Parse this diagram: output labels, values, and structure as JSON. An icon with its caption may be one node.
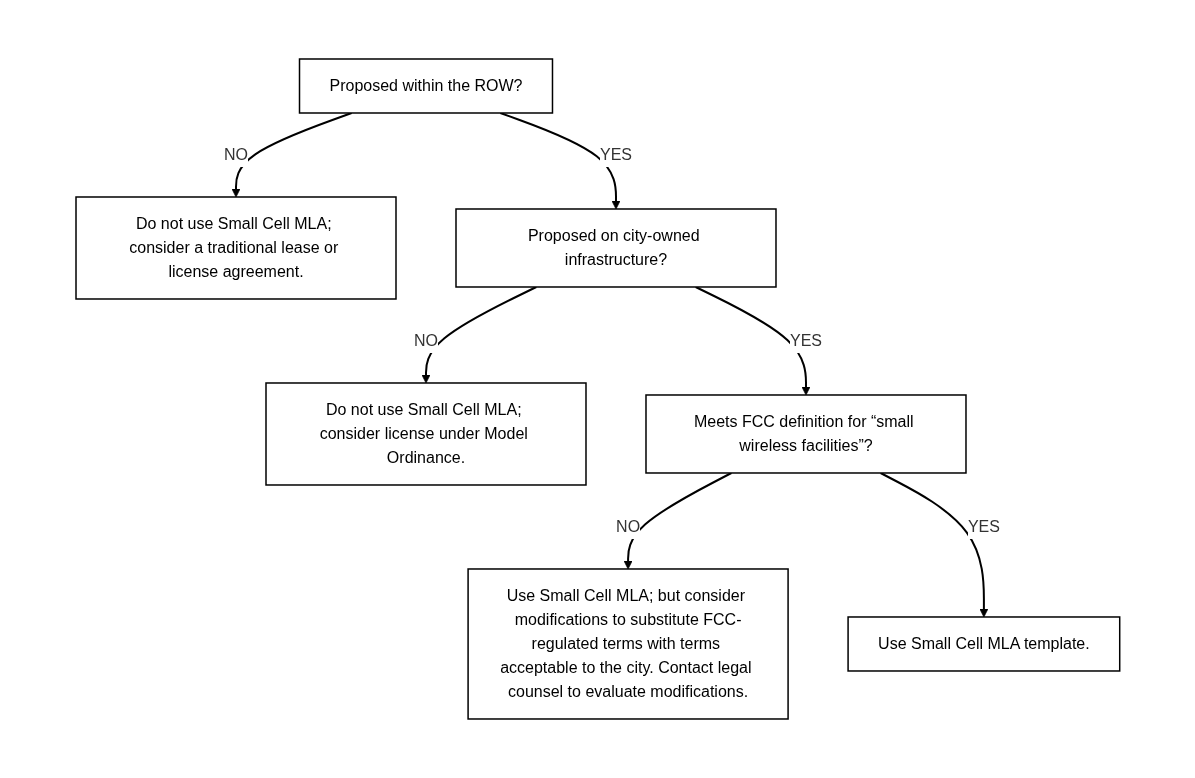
{
  "diagram": {
    "nodes": [
      {
        "text": [
          "Proposed within the ROW?"
        ]
      },
      {
        "text": [
          "Do not use Small Cell MLA; consider a traditional lease or license agreement."
        ]
      },
      {
        "text": [
          "Proposed on city-owned infrastructure?"
        ]
      },
      {
        "text": [
          "Do not use Small Cell MLA; consider license under Model Ordinance."
        ]
      },
      {
        "text": [
          "Meets FCC definition for “small wireless facilities”?"
        ]
      },
      {
        "text": [
          "Use Small Cell MLA; but consider modifications to substitute FCC-regulated terms with terms acceptable to the city. Contact legal counsel to evaluate modifications."
        ]
      },
      {
        "text": [
          "Use Small Cell MLA template."
        ]
      }
    ],
    "edges": [
      {
        "from": 0,
        "to": 1,
        "arrow": "to",
        "label": "NO"
      },
      {
        "from": 0,
        "to": 2,
        "arrow": "to",
        "label": "YES"
      },
      {
        "from": 2,
        "to": 3,
        "arrow": "to",
        "label": "NO"
      },
      {
        "from": 2,
        "to": 4,
        "arrow": "to",
        "label": "YES"
      },
      {
        "from": 4,
        "to": 5,
        "arrow": "to",
        "label": "NO"
      },
      {
        "from": 4,
        "to": 6,
        "arrow": "to",
        "label": "YES"
      }
    ]
  }
}
